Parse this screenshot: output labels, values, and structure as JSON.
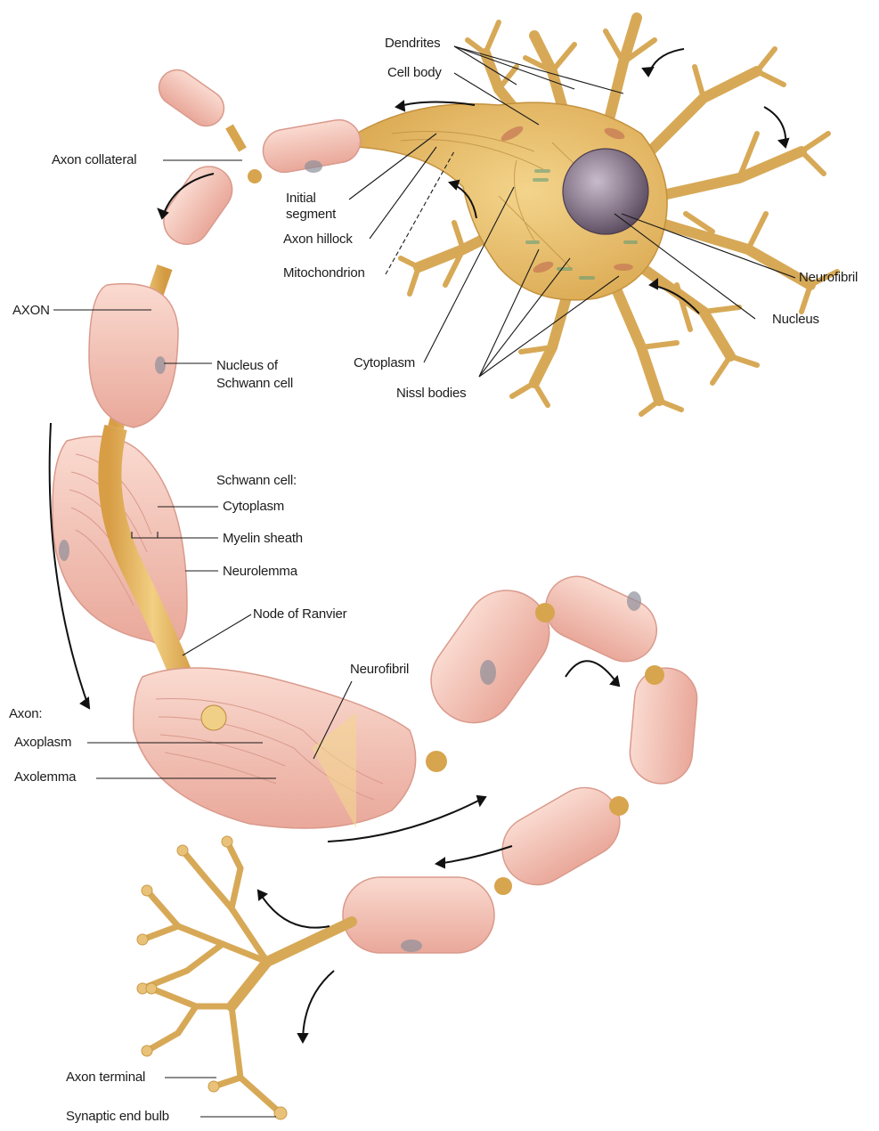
{
  "labels": {
    "dendrites": "Dendrites",
    "cell_body": "Cell body",
    "axon_collateral": "Axon collateral",
    "initial_segment_1": "Initial",
    "initial_segment_2": "segment",
    "axon_hillock": "Axon hillock",
    "mitochondrion": "Mitochondrion",
    "neurofibril_top": "Neurofibril",
    "nucleus": "Nucleus",
    "axon_caps": "AXON",
    "cytoplasm_top": "Cytoplasm",
    "nissl_bodies": "Nissl bodies",
    "nucleus_schwann_1": "Nucleus of",
    "nucleus_schwann_2": "Schwann cell",
    "schwann_cell": "Schwann cell:",
    "cytoplasm_schwann": "Cytoplasm",
    "myelin_sheath": "Myelin sheath",
    "neurolemma": "Neurolemma",
    "node_of_ranvier": "Node of Ranvier",
    "neurofibril_mid": "Neurofibril",
    "axon_colon": "Axon:",
    "axoplasm": "Axoplasm",
    "axolemma": "Axolemma",
    "axon_terminal": "Axon terminal",
    "synaptic_end_bulb": "Synaptic end bulb"
  },
  "colors": {
    "background": "#ffffff",
    "dendrite": "#e9c27a",
    "dendrite_edge": "#c99a45",
    "cell_body": "#e8c06a",
    "nucleus": "#8f7f92",
    "myelin": "#f2c2b6",
    "myelin_edge": "#d99a8c",
    "axon": "#e1b25c",
    "node": "#d7a54e",
    "text": "#1c1c1c"
  }
}
